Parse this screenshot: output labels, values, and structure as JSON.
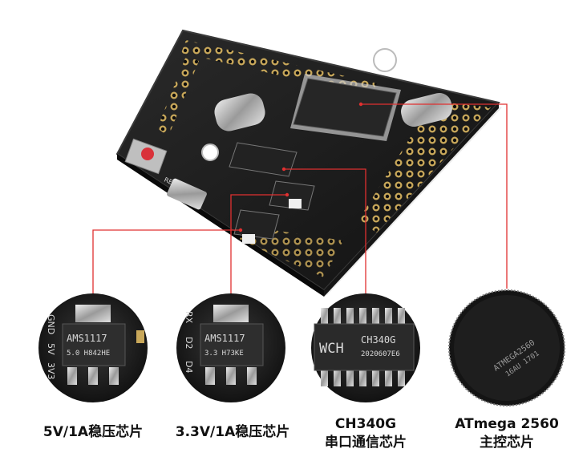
{
  "board": {
    "reset_label": "RESET",
    "pin_labels": [
      "GND",
      "5V",
      "3V3",
      "RX",
      "D2",
      "D4"
    ]
  },
  "chips": {
    "reg5": {
      "marking_line1": "AMS1117",
      "marking_line2": "5.0  H842HE"
    },
    "reg33": {
      "marking_line1": "AMS1117",
      "marking_line2": "3.3  H73KE"
    },
    "ch340": {
      "logo": "WCH",
      "marking_line1": "CH340G",
      "marking_line2": "2020607E6"
    },
    "atmega": {
      "marking_line1": "ATMEGA2560",
      "marking_line2": "16AU 1701"
    }
  },
  "captions": {
    "reg5": "5V/1A稳压芯片",
    "reg33": "3.3V/1A稳压芯片",
    "ch340_line1": "CH340G",
    "ch340_line2": "串口通信芯片",
    "atmega_line1": "ATmega 2560",
    "atmega_line2": "主控芯片"
  },
  "colors": {
    "pcb": "#1b1b1b",
    "pcb_edge": "#2c2c2c",
    "gold": "#c9a85a",
    "silver": "#c8c8c8",
    "leader": "#e03030",
    "caption": "#111111"
  }
}
